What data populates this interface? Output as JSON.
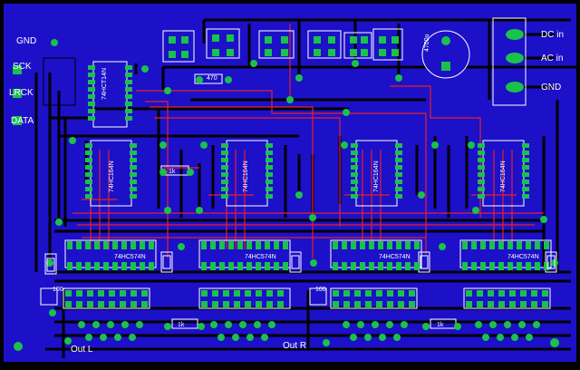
{
  "labels": {
    "gnd_left": "GND",
    "sck": "SCK",
    "lrck": "LRCK",
    "data": "DATA",
    "dc_in": "DC in",
    "ac_in": "AC in",
    "gnd_right": "GND",
    "out_l": "Out L",
    "out_r": "Out R",
    "cap_main": "4700u",
    "reg_chip": "74HCT14N",
    "r_470": "470",
    "dac_chip": "74HC574N",
    "sr_chip": "74HC164N",
    "r_100": "100",
    "r_1k": "1k"
  },
  "colors": {
    "board": "#1c10c8",
    "trace_top": "#e8202a",
    "trace_bottom": "#000000",
    "pad": "#19c24a",
    "silk": "#ffffff"
  }
}
